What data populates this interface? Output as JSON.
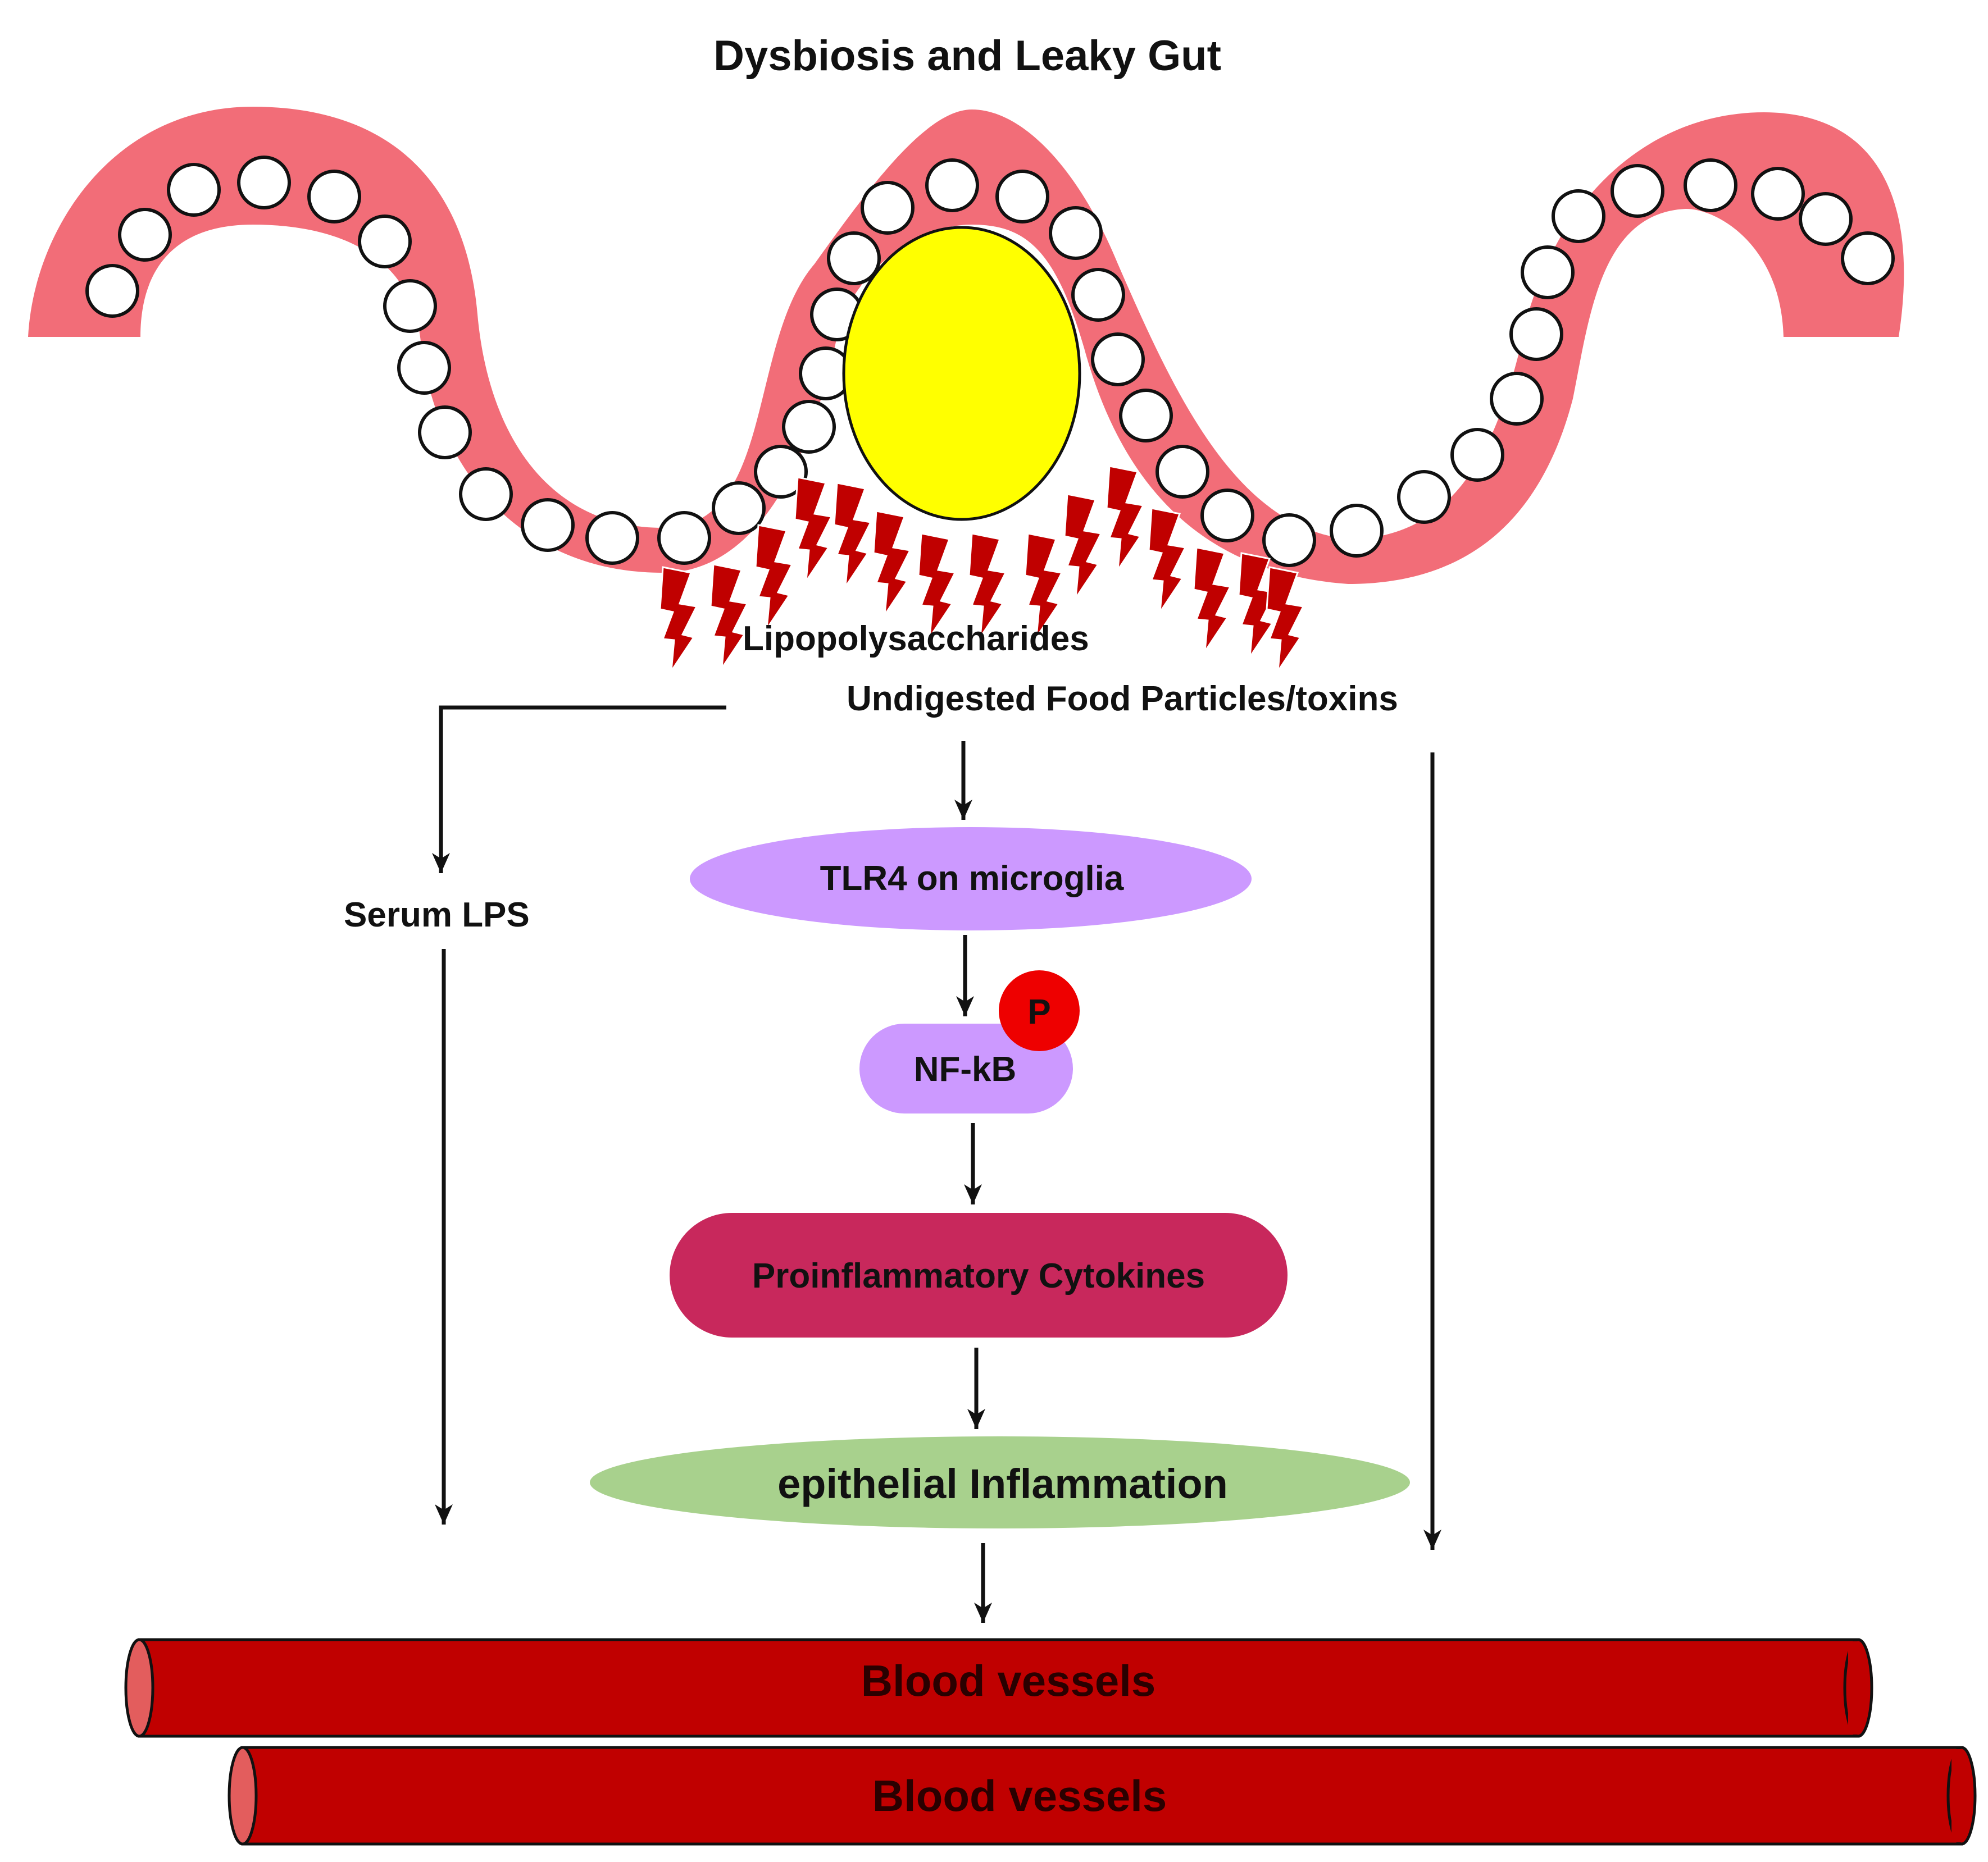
{
  "title": "Dysbiosis and Leaky  Gut",
  "labels": {
    "lps": "Lipopolysaccharides",
    "food": "Undigested Food Particles/toxins",
    "serum": "Serum LPS",
    "tlr4": "TLR4 on microglia",
    "nfkb": "NF-kB",
    "phospho": "P",
    "cytokines": "Proinflammatory Cytokines",
    "inflammation": "epithelial Inflammation",
    "vessel_1": "Blood vessels",
    "vessel_2": "Blood vessels"
  },
  "colors": {
    "gut_wall": "#f26d78",
    "cell": "#ffffff",
    "yellow_particle": "#ffff00",
    "lightning": "#c00000",
    "tlr4": "#cc99ff",
    "nfkb": "#cc99ff",
    "phospho": "#ee0000",
    "cytokines": "#c8285c",
    "inflammation": "#a8d18d",
    "vessel": "#c00000",
    "vessel_cap": "#e35d5d"
  }
}
